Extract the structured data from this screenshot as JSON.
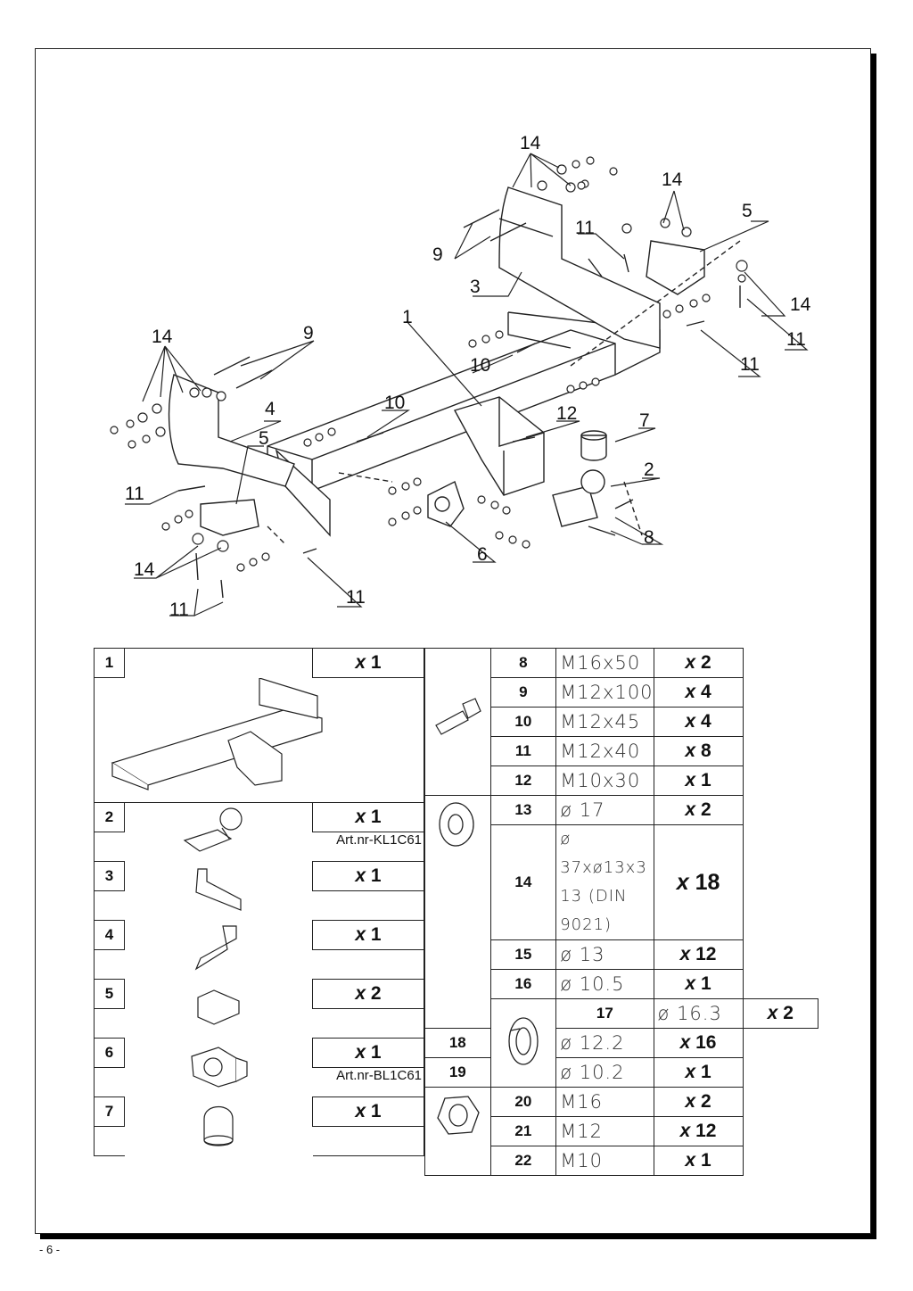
{
  "page": {
    "number": "- 6 -"
  },
  "diagram": {
    "callouts": [
      "1",
      "2",
      "3",
      "4",
      "5",
      "5",
      "6",
      "7",
      "8",
      "9",
      "9",
      "10",
      "10",
      "11",
      "11",
      "11",
      "11",
      "11",
      "11",
      "12",
      "14",
      "14",
      "14",
      "14",
      "14"
    ]
  },
  "parts": {
    "left": [
      {
        "index": "1",
        "qty_prefix": "x",
        "qty": "1",
        "art": "",
        "icon": "tow-bar-frame-icon"
      },
      {
        "index": "2",
        "qty_prefix": "x",
        "qty": "1",
        "art": "Art.nr-KL1C61",
        "icon": "tow-ball-icon"
      },
      {
        "index": "3",
        "qty_prefix": "x",
        "qty": "1",
        "art": "",
        "icon": "side-bracket-right-icon"
      },
      {
        "index": "4",
        "qty_prefix": "x",
        "qty": "1",
        "art": "",
        "icon": "side-bracket-left-icon"
      },
      {
        "index": "5",
        "qty_prefix": "x",
        "qty": "2",
        "art": "",
        "icon": "spacer-bracket-icon"
      },
      {
        "index": "6",
        "qty_prefix": "x",
        "qty": "1",
        "art": "Art.nr-BL1C61",
        "icon": "socket-plate-icon"
      },
      {
        "index": "7",
        "qty_prefix": "x",
        "qty": "1",
        "art": "",
        "icon": "ball-cap-icon"
      }
    ],
    "right": [
      {
        "index": "8",
        "spec": "M16x50",
        "qty_prefix": "x",
        "qty": "2"
      },
      {
        "index": "9",
        "spec": "M12x100",
        "qty_prefix": "x",
        "qty": "4"
      },
      {
        "index": "10",
        "spec": "M12x45",
        "qty_prefix": "x",
        "qty": "4"
      },
      {
        "index": "11",
        "spec": "M12x40",
        "qty_prefix": "x",
        "qty": "8"
      },
      {
        "index": "12",
        "spec": "M10x30",
        "qty_prefix": "x",
        "qty": "1"
      },
      {
        "index": "13",
        "spec": "ø 17",
        "qty_prefix": "x",
        "qty": "2"
      },
      {
        "index": "14",
        "spec": "ø 37xø13x3",
        "spec_line2": "13   (DIN 9021)",
        "qty_prefix": "x",
        "qty": "18"
      },
      {
        "index": "15",
        "spec": "ø 13",
        "qty_prefix": "x",
        "qty": "12"
      },
      {
        "index": "16",
        "spec": "ø 10.5",
        "qty_prefix": "x",
        "qty": "1"
      },
      {
        "index": "17",
        "spec": "ø 16.3",
        "qty_prefix": "x",
        "qty": "2"
      },
      {
        "index": "18",
        "spec": "ø 12.2",
        "qty_prefix": "x",
        "qty": "16"
      },
      {
        "index": "19",
        "spec": "ø 10.2",
        "qty_prefix": "x",
        "qty": "1"
      },
      {
        "index": "20",
        "spec": "M16",
        "qty_prefix": "x",
        "qty": "2"
      },
      {
        "index": "21",
        "spec": "M12",
        "qty_prefix": "x",
        "qty": "12"
      },
      {
        "index": "22",
        "spec": "M10",
        "qty_prefix": "x",
        "qty": "1"
      }
    ],
    "group_icons": [
      "bolt-icon",
      "flat-washer-icon",
      "spring-washer-icon",
      "hex-nut-icon"
    ]
  }
}
